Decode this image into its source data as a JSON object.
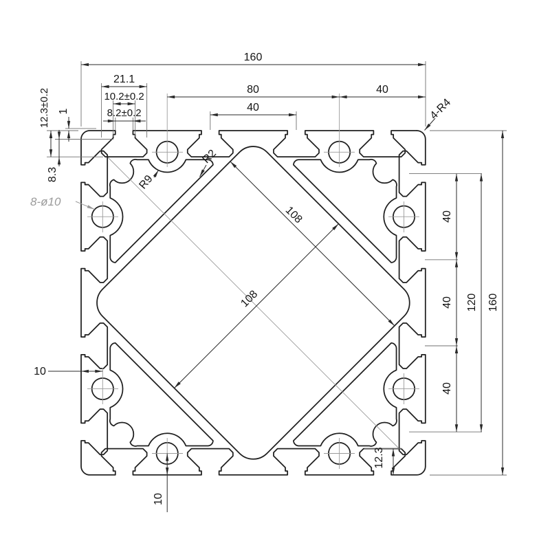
{
  "drawing_type": "aluminium-extrusion-profile-section",
  "colors": {
    "outline": "#1f1f1f",
    "dimension": "#2a2a2a",
    "extension": "#6f6f6f",
    "centerline": "#9a9a9a",
    "gray_callout": "#9a9a9a",
    "background": "#ffffff"
  },
  "labels": {
    "overall_width": "160",
    "overall_height": "160",
    "tslot_cavity_width": "21.1",
    "tslot_mid_width": "10.2±0.2",
    "tslot_opening_width": "8.2±0.2",
    "tslot_depth": "12.3±0.2",
    "lip_step": "1",
    "shoulder_depth": "8.3",
    "hole_pitch_top": "80",
    "slot_pitch_top": "40",
    "corner_span_top": "40",
    "corner_fillets": "4-R4",
    "pitch_right_1": "40",
    "pitch_right_2": "40",
    "pitch_right_3": "40",
    "pitch_right_total": "120",
    "bottom_slot_depth": "12.3",
    "hole_depth_bottom": "10",
    "hole_offset_left": "10",
    "holes_callout": "8-ø10",
    "cavity_width_1": "108",
    "cavity_width_2": "108",
    "fillet_r9": "R9",
    "fillet_r2": "R2"
  }
}
